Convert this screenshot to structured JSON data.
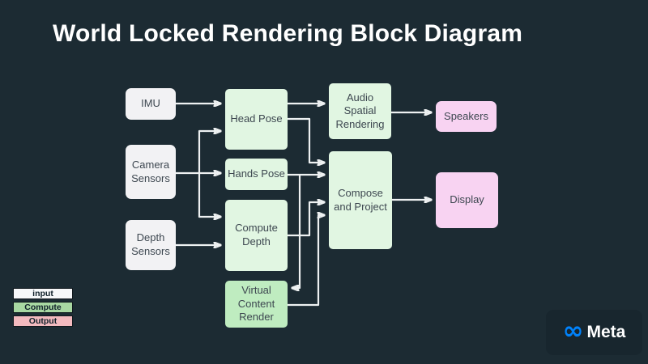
{
  "title": "World Locked Rendering Block Diagram",
  "nodes": {
    "imu": {
      "label": "IMU",
      "type": "input"
    },
    "camera_sensors": {
      "label": "Camera Sensors",
      "type": "input"
    },
    "depth_sensors": {
      "label": "Depth Sensors",
      "type": "input"
    },
    "head_pose": {
      "label": "Head Pose",
      "type": "compute"
    },
    "hands_pose": {
      "label": "Hands Pose",
      "type": "compute"
    },
    "compute_depth": {
      "label": "Compute Depth",
      "type": "compute"
    },
    "virtual_content_render": {
      "label": "Virtual Content Render",
      "type": "compute"
    },
    "audio_spatial_rendering": {
      "label": "Audio Spatial Rendering",
      "type": "compute"
    },
    "compose_and_project": {
      "label": "Compose and Project",
      "type": "compute"
    },
    "speakers": {
      "label": "Speakers",
      "type": "output"
    },
    "display": {
      "label": "Display",
      "type": "output"
    }
  },
  "edges": [
    {
      "from": "imu",
      "to": "head_pose"
    },
    {
      "from": "camera_sensors",
      "to": "head_pose"
    },
    {
      "from": "camera_sensors",
      "to": "hands_pose"
    },
    {
      "from": "camera_sensors",
      "to": "compute_depth"
    },
    {
      "from": "depth_sensors",
      "to": "compute_depth"
    },
    {
      "from": "head_pose",
      "to": "audio_spatial_rendering"
    },
    {
      "from": "head_pose",
      "to": "compose_and_project"
    },
    {
      "from": "hands_pose",
      "to": "compose_and_project"
    },
    {
      "from": "hands_pose",
      "to": "virtual_content_render"
    },
    {
      "from": "compute_depth",
      "to": "compose_and_project"
    },
    {
      "from": "virtual_content_render",
      "to": "compose_and_project"
    },
    {
      "from": "audio_spatial_rendering",
      "to": "speakers"
    },
    {
      "from": "compose_and_project",
      "to": "display"
    }
  ],
  "legend": {
    "items": [
      {
        "label": "input",
        "color": "#f7f8fa"
      },
      {
        "label": "Compute",
        "color": "#a8d8a2"
      },
      {
        "label": "Output",
        "color": "#f3babf"
      }
    ]
  },
  "brand": {
    "name": "Meta",
    "logo_icon": "meta-infinity-icon",
    "logo_glyph": "∞",
    "logo_color": "#0082fb"
  },
  "colors": {
    "background": "#1c2b33",
    "badge_background": "#18262e",
    "title_text": "#ffffff",
    "node_text": "#3d4750",
    "input_node": "#f2f2f4",
    "compute_node": "#e1f6e2",
    "compute_node_strong": "#bfecc0",
    "output_node": "#f8d3f2",
    "arrow": "#eef1f2"
  }
}
